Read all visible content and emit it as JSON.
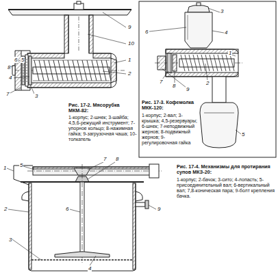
{
  "diagram": {
    "labels": [
      "Рис. 17-2. Мясорубка МКМ-82:",
      "1-корпус; 2-шнек; 3-шайба; 4,5,6-режущий инструмент; 7-упорное кольцо; 8-нажимная гайка; 9-загрузочная чаша; 10-толкатель",
      "Рис. 17-3. Кофемолка МКК-120:",
      "1-корпус; 2-вал; 3-крышка; 4,5-резервуары; 6-шнек; 7-неподвижный жернов; 8-подвижный жернов; 9-регулировочная гайка",
      "Рис. 17-4. Механизмы для протирания супов МКЗ-20:",
      "1-корпус; 2-бачок; 3-сито; 4-лопасть; 5-присоединительный вал; 6-вертикальный вал; 7,8-коническая пара; 9-болт крепления бачка.",
      "9",
      "10",
      "1",
      "2",
      "8",
      "6",
      "5",
      "4",
      "7",
      "3",
      "6",
      "3",
      "4",
      "1",
      "2",
      "7",
      "8",
      "9",
      "5",
      "1",
      "5",
      "2",
      "3",
      "4",
      "6",
      "7",
      "8",
      "9"
    ]
  }
}
